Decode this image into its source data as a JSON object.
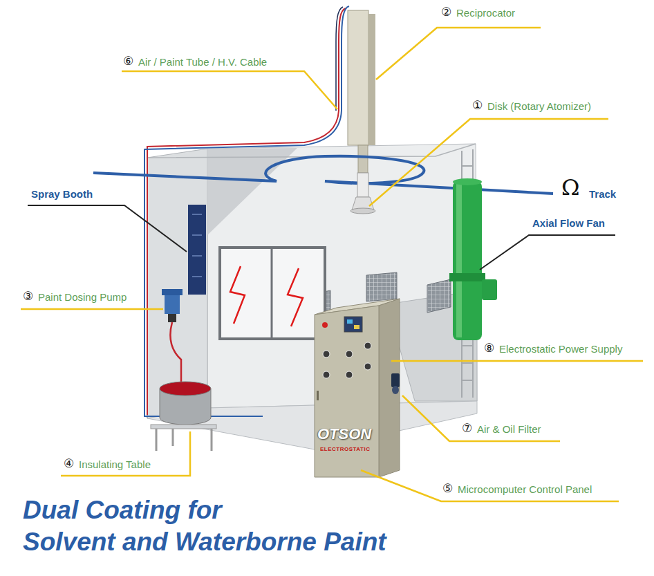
{
  "diagram": {
    "title": "Dual Coating for Solvent and Waterborne Paint",
    "labels": [
      "②",
      "Reciprocator",
      "⑥",
      "Air / Paint Tube / H.V. Cable",
      "①",
      "Disk (Rotary Atomizer)",
      "Ω",
      "Track",
      "Spray Booth",
      "Axial Flow Fan",
      "③",
      "Paint Dosing Pump",
      "⑧",
      "Electrostatic Power Supply",
      "⑦",
      "Air & Oil Filter",
      "④",
      "Insulating Table",
      "⑤",
      "Microcomputer Control Panel",
      "OTSON",
      "ELECTROSTATIC"
    ]
  }
}
